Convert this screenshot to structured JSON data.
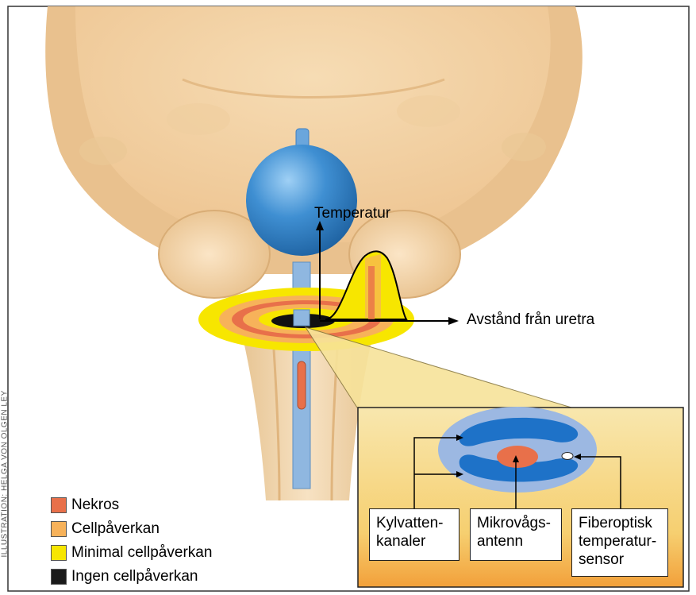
{
  "labels": {
    "temperature": "Temperatur",
    "distance": "Avstånd från uretra"
  },
  "detail_boxes": [
    {
      "text": "Kylvatten-\nkanaler"
    },
    {
      "text": "Mikrovågs-\nantenn"
    },
    {
      "text": "Fiberoptisk\ntemperatur-\nsensor"
    }
  ],
  "legend": [
    {
      "label": "Nekros",
      "color": "#e8704a"
    },
    {
      "label": "Cellpåverkan",
      "color": "#f7b25a"
    },
    {
      "label": "Minimal cellpåverkan",
      "color": "#f7e600"
    },
    {
      "label": "Ingen cellpåverkan",
      "color": "#1a1a1a"
    }
  ],
  "credit": "ILLUSTRATION: HELGA VON OLGEN LEY",
  "colors": {
    "tissue": "#f2d3a6",
    "tissue_dark": "#e3b985",
    "balloon": "#3f8fd2",
    "catheter": "#8fb7e0",
    "inset_top": "#f7e1a0",
    "inset_bottom": "#f3a13a"
  }
}
